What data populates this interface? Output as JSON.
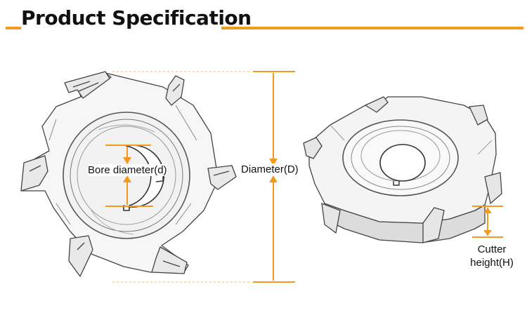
{
  "header": {
    "title": "Product Specification",
    "accent_color": "#f29a1e"
  },
  "dimensions": {
    "bore_label": "Bore diameter(d)",
    "diameter_label": "Diameter(D)",
    "cutter_height_line1": "Cutter",
    "cutter_height_line2": "height(H)"
  },
  "illustrations": {
    "front_view": "router-bit-cutter-front-view",
    "angled_view": "router-bit-cutter-angled-view"
  }
}
